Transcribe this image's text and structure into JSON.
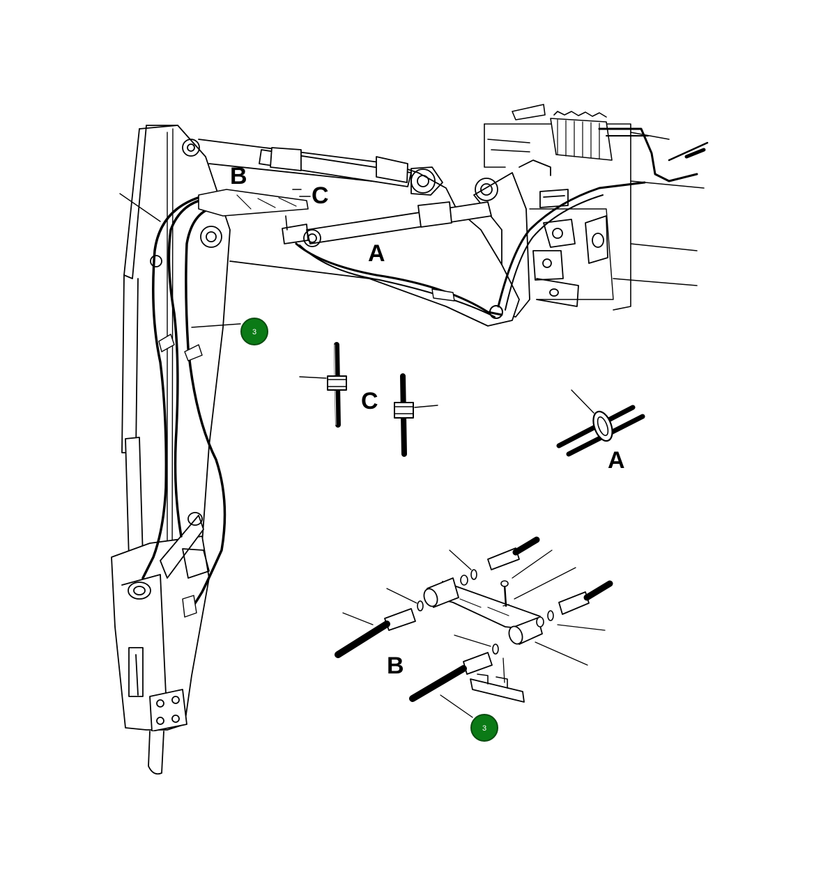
{
  "diagram": {
    "detail_labels": {
      "b_top": "B",
      "c_top": "C",
      "a_top": "A",
      "c_detail": "C",
      "a_detail": "A",
      "b_detail": "B"
    },
    "callouts": [
      {
        "id": "callout-1",
        "number": "3"
      },
      {
        "id": "callout-2",
        "number": "3"
      }
    ],
    "colors": {
      "line": "#000000",
      "callout_fill": "#0b7a16",
      "callout_text": "#ffffff",
      "background": "#ffffff"
    }
  }
}
